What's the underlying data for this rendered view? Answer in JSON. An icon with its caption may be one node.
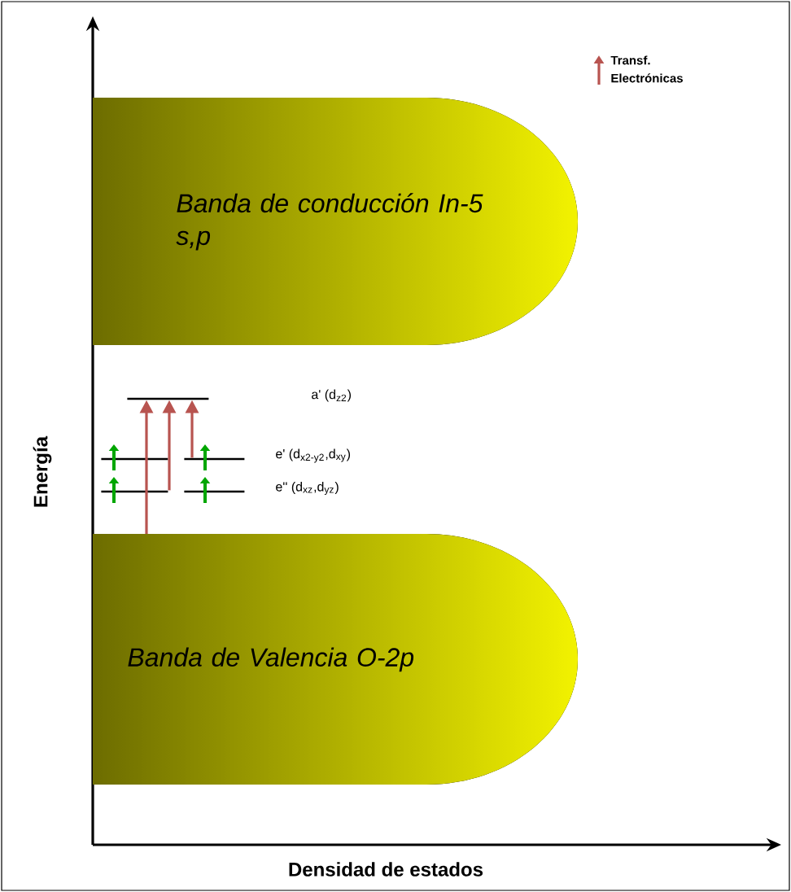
{
  "diagram": {
    "nodes": [
      {
        "text": [
          "Banda de conducción In-5 s,p"
        ]
      },
      {
        "text": [
          "Banda de Valencia O-2p"
        ]
      },
      {
        "text": [],
        "shape": "bar"
      },
      {
        "text": [],
        "shape": "bar"
      },
      {
        "text": [],
        "shape": "bar"
      },
      {
        "text": [],
        "shape": "bar"
      },
      {
        "text": [],
        "shape": "bar"
      }
    ],
    "edges": [
      {
        "from": 1,
        "to": 2,
        "arrow": "to",
        "color": "#b85450"
      },
      {
        "from": 5,
        "to": 2,
        "arrow": "to",
        "color": "#b85450"
      },
      {
        "from": 4,
        "to": 2,
        "arrow": "to",
        "color": "#b85450"
      }
    ],
    "labels": [
      "a' (d$_{z2}$)",
      "e' (d$_{x2-y2}$,d$_{xy}$)",
      "e'' (d$_{xz}$,d$_{yz}$)",
      "Energía",
      "Densidad de estados"
    ],
    "legend": [
      {
        "text": "Transf. Electrónicas"
      }
    ]
  }
}
